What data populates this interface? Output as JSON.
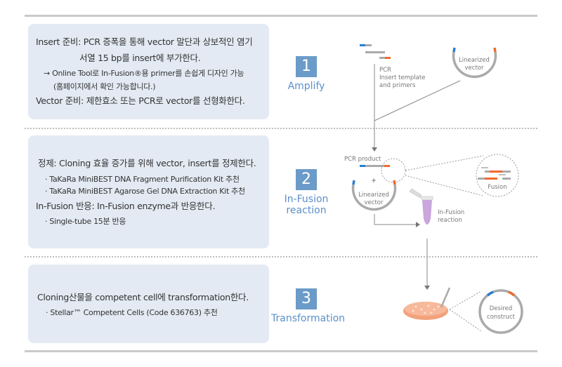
{
  "steps": [
    {
      "number": "1",
      "label": "Amplify",
      "lines": [
        "Insert 준비: PCR 증폭을 통해 vector 말단과 상보적인 염기",
        "서열 15 bp를 insert에 부가한다.",
        "→ Online Tool로 In-Fusion®용 primer를 손쉽게 디자인 가능",
        "(홈페이지에서 확인 가능합니다.)",
        "Vector 준비: 제한효소 또는 PCR로 vector를 선형화한다."
      ]
    },
    {
      "number": "2",
      "label_line1": "In-Fusion",
      "label_line2": "reaction",
      "lines": [
        "정제: Cloning 효율 증가를 위해 vector, insert를 정제한다.",
        "· TaKaRa MiniBEST DNA Fragment Purification Kit 추천",
        "· TaKaRa MiniBEST Agarose Gel DNA Extraction Kit 추천",
        "In-Fusion 반응: In-Fusion enzyme과 반응한다.",
        "· Single-tube 15분 반응"
      ]
    },
    {
      "number": "3",
      "label": "Transformation",
      "lines": [
        "Cloning산물을 competent cell에 transformation한다.",
        "· Stellar™ Competent Cells (Code 636763) 추천"
      ]
    }
  ],
  "diagram": {
    "pcr": "PCR",
    "insert_template": "Insert template",
    "and_primers": "and primers",
    "linearized": "Linearized",
    "vector": "vector",
    "pcr_product": "PCR product",
    "plus": "+",
    "fusion": "Fusion",
    "infusion": "In-Fusion",
    "reaction": "reaction",
    "desired": "Desired",
    "construct": "construct"
  },
  "colors": {
    "accent": "#6b9bc8",
    "box": "#e3eaf3",
    "blue_end": "#2a7fd0",
    "orange_end": "#f26a2a",
    "tube": "#c9a6dc"
  }
}
